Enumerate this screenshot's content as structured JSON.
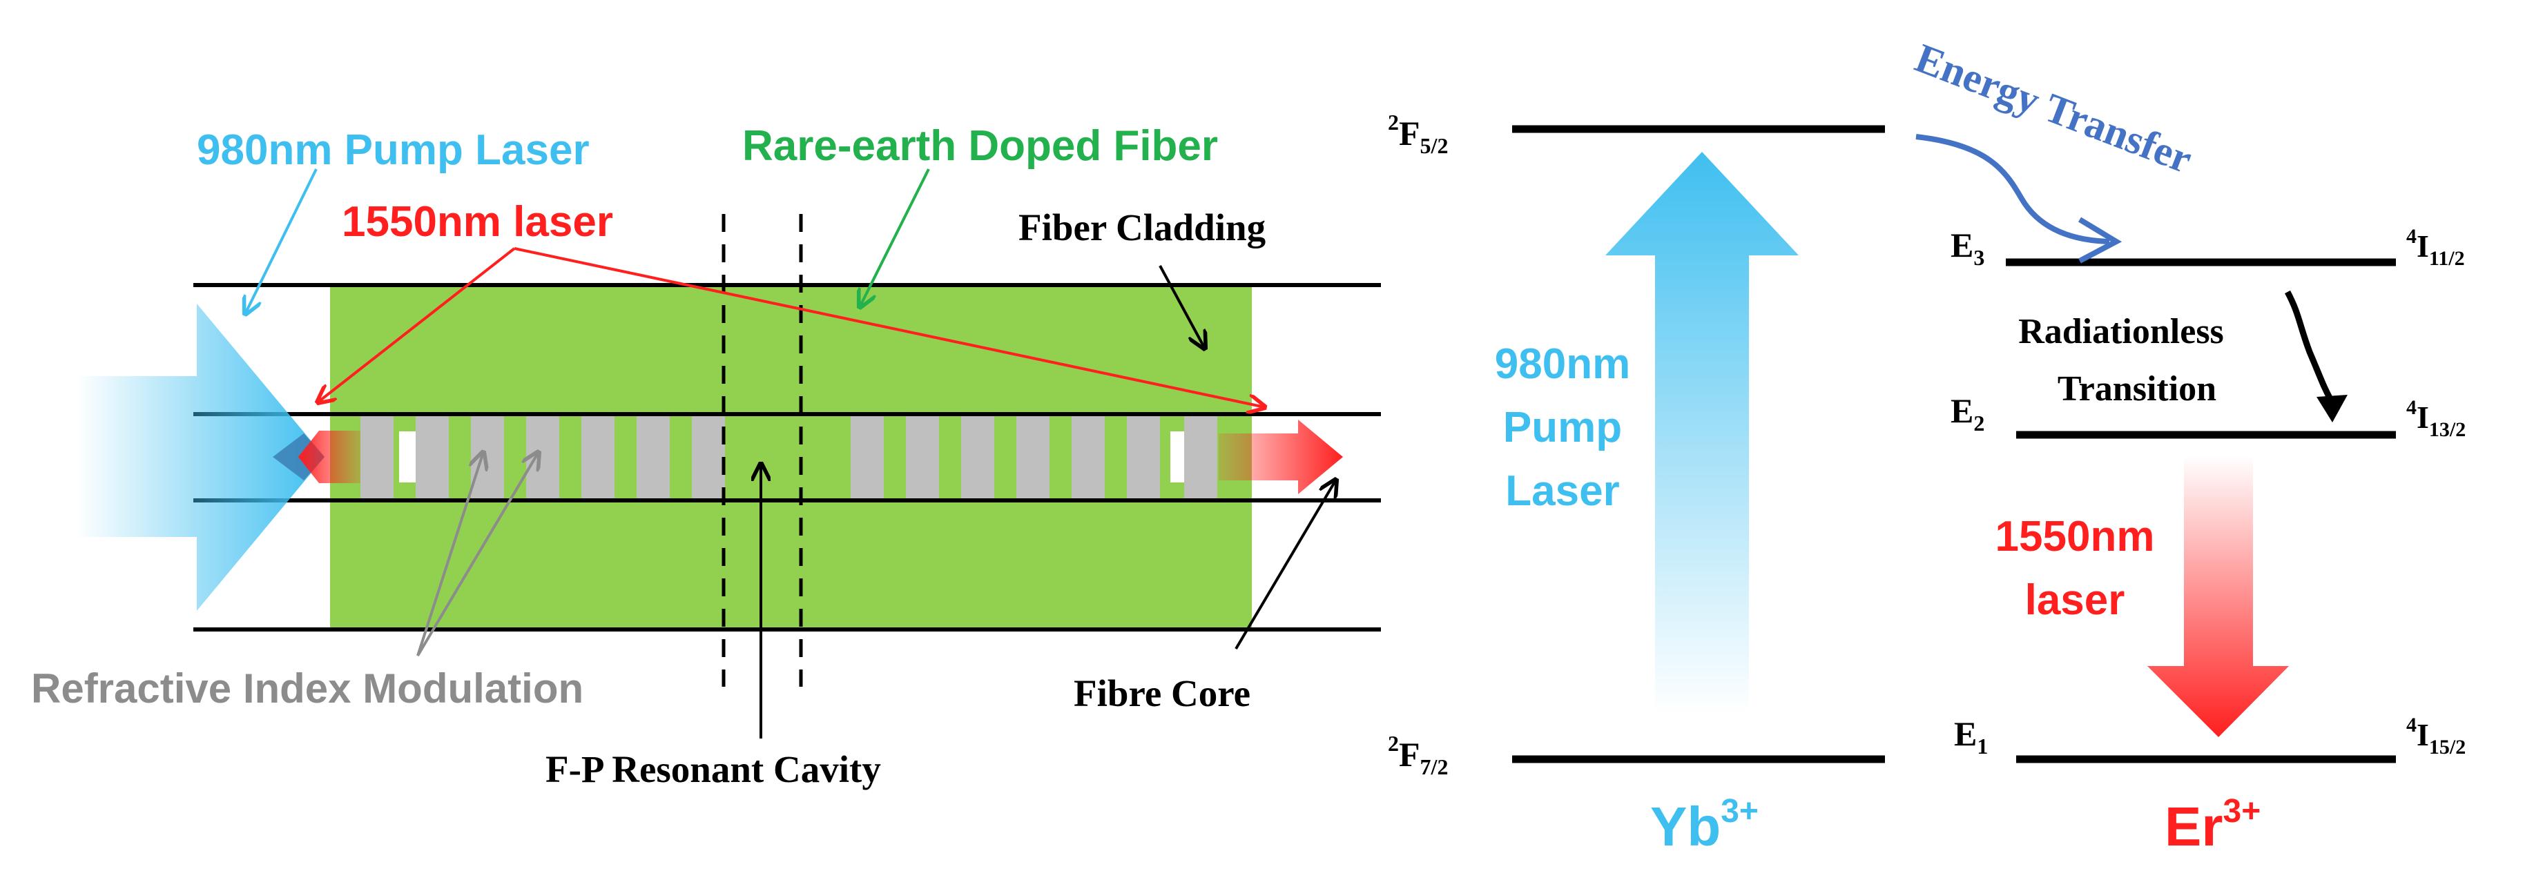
{
  "colors": {
    "fiber_green": "#92d050",
    "pump_blue": "#3fbff0",
    "signal_red": "#ff1f1f",
    "energy_transfer_blue": "#4472c4",
    "grating_gray": "#bfbfbf",
    "label_gray": "#8c8c8c",
    "black": "#000000"
  },
  "fiber_diagram": {
    "label_pump": "980nm Pump Laser",
    "label_doped_fiber": "Rare-earth Doped Fiber",
    "label_signal": "1550nm laser",
    "label_cladding": "Fiber Cladding",
    "label_modulation": "Refractive Index Modulation",
    "label_cavity": "F-P Resonant Cavity",
    "label_core": "Fibre Core"
  },
  "energy_diagram": {
    "yb_upper": {
      "sup": "2",
      "main": "F",
      "sub": "5/2"
    },
    "yb_lower": {
      "sup": "2",
      "main": "F",
      "sub": "7/2"
    },
    "pump_label_lines": [
      "980nm",
      "Pump",
      "Laser"
    ],
    "yb_ion": {
      "main": "Yb",
      "sup": "3+"
    },
    "energy_transfer": "Energy Transfer",
    "e3": {
      "main": "E",
      "sub": "3"
    },
    "e2": {
      "main": "E",
      "sub": "2"
    },
    "e1": {
      "main": "E",
      "sub": "1"
    },
    "er_level_11": {
      "sup": "4",
      "main": "I",
      "sub": "11/2"
    },
    "er_level_13": {
      "sup": "4",
      "main": "I",
      "sub": "13/2"
    },
    "er_level_15": {
      "sup": "4",
      "main": "I",
      "sub": "15/2"
    },
    "radiationless_lines": [
      "Radiationless",
      "Transition"
    ],
    "laser_label_lines": [
      "1550nm",
      "laser"
    ],
    "er_ion": {
      "main": "Er",
      "sup": "3+"
    }
  }
}
